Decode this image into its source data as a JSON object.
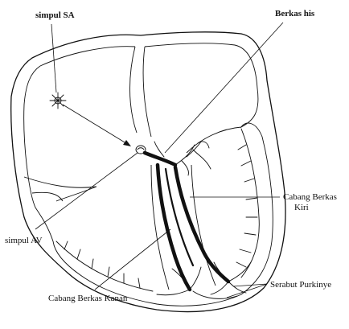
{
  "labels": {
    "sa_node": "simpul SA",
    "bundle_of_his": "Berkas his",
    "left_bundle_line1": "Cabang Berkas",
    "left_bundle_line2": "Kiri",
    "av_node": "simpul AV",
    "right_bundle": "Cabang Berkas Kanan",
    "purkinje": "Serabut Purkinye"
  },
  "colors": {
    "ink": "#111111",
    "background": "#ffffff"
  }
}
